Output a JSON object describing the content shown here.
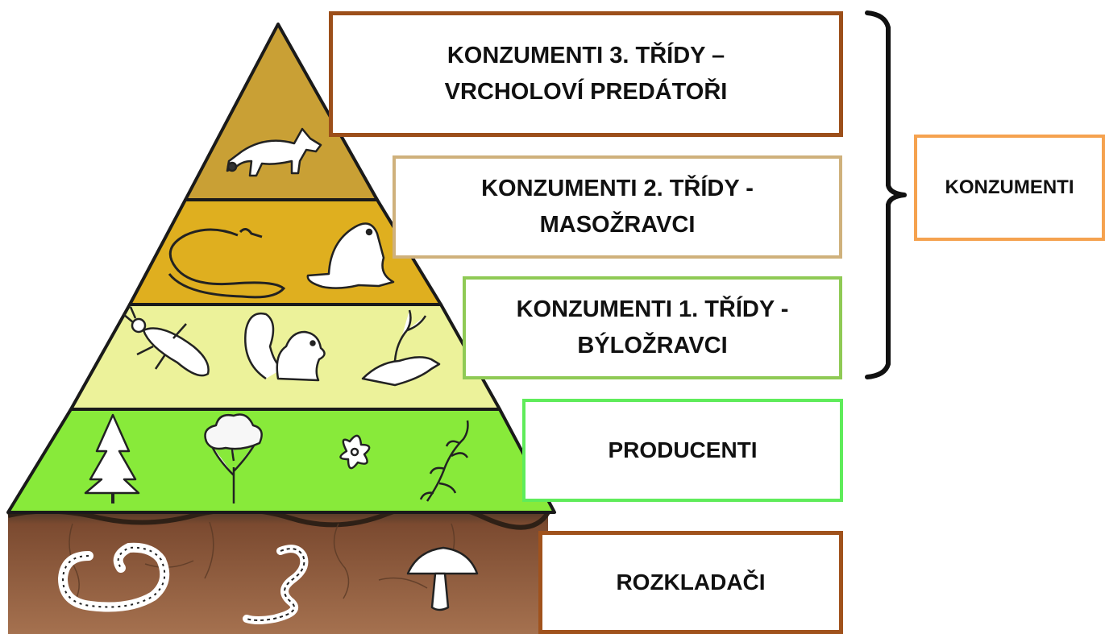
{
  "levels": {
    "tertiary": {
      "line1": "KONZUMENTI 3. TŘÍDY –",
      "line2": "VRCHOLOVÍ PREDÁTOŘI",
      "fill": "#c9a035",
      "border": "#9c4f1a",
      "animals": [
        "fox"
      ]
    },
    "secondary": {
      "line1": "KONZUMENTI 2. TŘÍDY -",
      "line2": "MASOŽRAVCI",
      "fill": "#dfaf1f",
      "border": "#cfb17c",
      "animals": [
        "snake",
        "frog"
      ]
    },
    "primary": {
      "line1": "KONZUMENTI 1. TŘÍDY -",
      "line2": "BÝLOŽRAVCI",
      "fill": "#ecf29a",
      "border": "#8fca55",
      "animals": [
        "beetle",
        "squirrel",
        "bird"
      ]
    },
    "producers": {
      "line1": "PRODUCENTI",
      "fill": "#88ea3a",
      "border": "#5fec5a",
      "organisms": [
        "spruce-tree",
        "deciduous-tree",
        "flower",
        "herb"
      ]
    },
    "decomposers": {
      "line1": "ROZKLADAČI",
      "fill": "#8b5a3c",
      "border": "#a0521c",
      "organisms": [
        "millipede",
        "earthworm",
        "mushroom"
      ]
    }
  },
  "group": {
    "label": "KONZUMENTI",
    "border": "#f5a24f"
  }
}
